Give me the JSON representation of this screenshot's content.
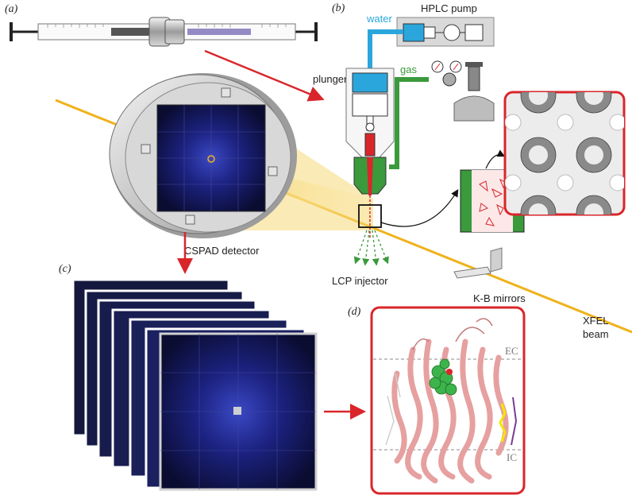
{
  "panels": {
    "a": "(a)",
    "b": "(b)",
    "c": "(c)",
    "d": "(d)"
  },
  "labels": {
    "hplc_pump": "HPLC pump",
    "water": "water",
    "gas": "gas",
    "plunger": "plunger",
    "cspad_detector": "CSPAD detector",
    "lcp_injector": "LCP injector",
    "kb_mirrors": "K-B mirrors",
    "xfel_line1": "XFEL",
    "xfel_line2": "beam",
    "ec": "EC",
    "ic": "IC"
  },
  "colors": {
    "beam": "#f0b21a",
    "arrow": "#d9262b",
    "water": "#2aa6dc",
    "gas": "#3a9a3c",
    "detector_blue": "#1a1f6b",
    "protein": "#e6a0a0",
    "ligand": "#3cb44b",
    "lipid": "#f2e600"
  }
}
